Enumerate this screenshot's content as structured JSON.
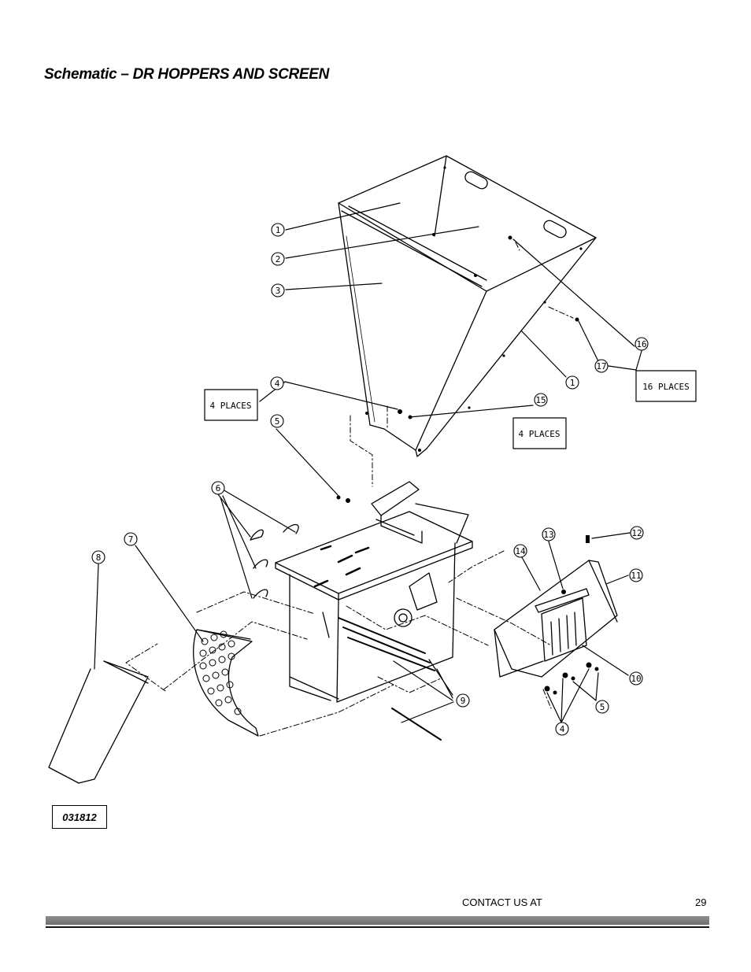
{
  "page": {
    "title": "Schematic – DR HOPPERS AND SCREEN",
    "drawing_code": "031812",
    "footer_contact": "CONTACT US AT",
    "page_number": "29"
  },
  "callouts": [
    "1",
    "2",
    "3",
    "1",
    "4",
    "5",
    "6",
    "7",
    "8",
    "9",
    "10",
    "11",
    "12",
    "13",
    "14",
    "15",
    "16",
    "17",
    "4",
    "5"
  ],
  "place_labels": {
    "left": "4 PLACES",
    "middle": "4 PLACES",
    "right": "16 PLACES"
  }
}
